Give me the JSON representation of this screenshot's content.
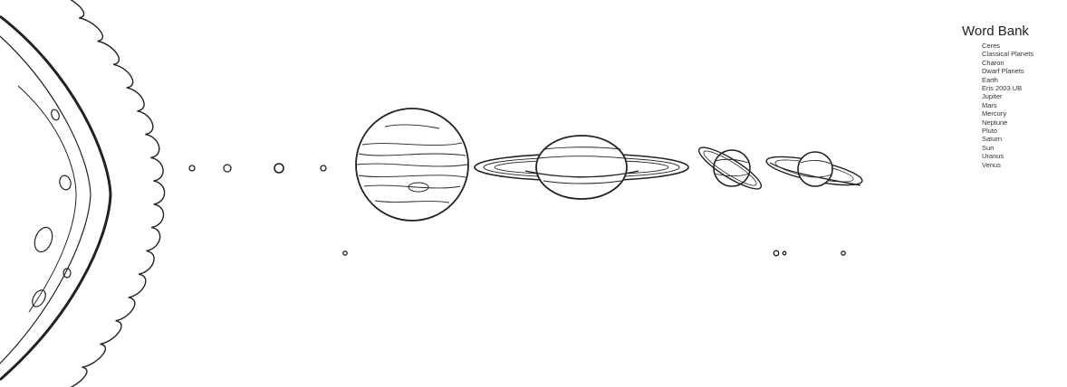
{
  "word_bank": {
    "title": "Word Bank",
    "items": [
      "Ceres",
      "Classical Planets",
      "Charon",
      "Dwarf Planets",
      "Earth",
      "Eris  2003 UB",
      "Jupiter",
      "Mars",
      "Mercury",
      "Neptune",
      "Pluto",
      "Saturn",
      "Sun",
      "Uranus",
      "Venus"
    ]
  },
  "colors": {
    "line": "#222222",
    "background": "#ffffff"
  }
}
